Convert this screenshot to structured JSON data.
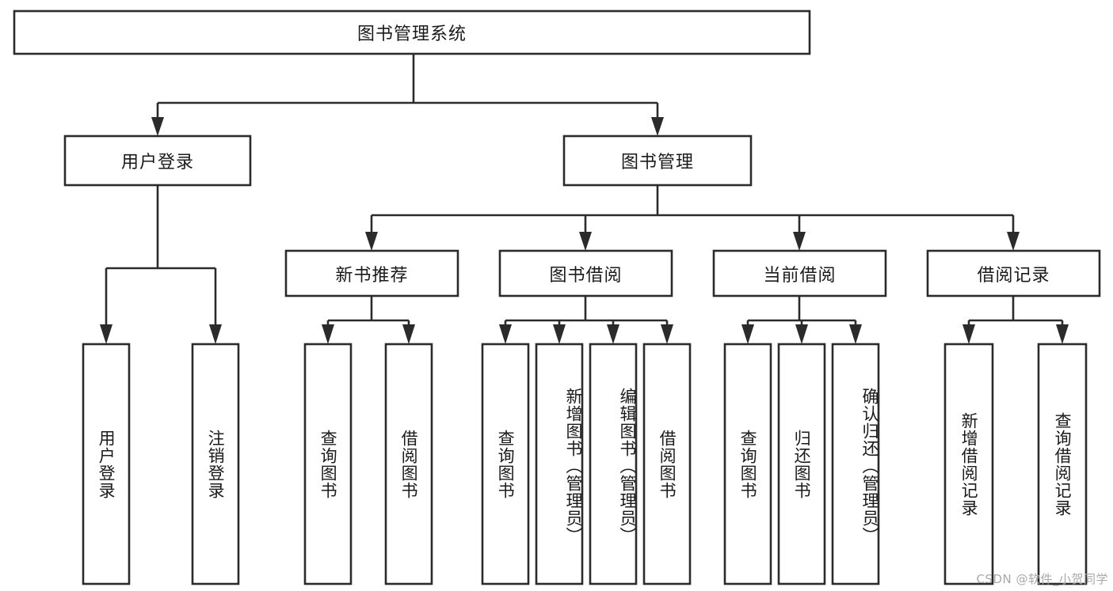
{
  "diagram": {
    "title": "图书管理系统",
    "type": "tree",
    "style": {
      "box_fill": "#ffffff",
      "box_stroke": "#2b2b2b",
      "line_color": "#2b2b2b",
      "text_color": "#1a1a1a",
      "background": "#ffffff"
    },
    "root": {
      "label": "图书管理系统"
    },
    "level2": [
      {
        "label": "用户登录"
      },
      {
        "label": "图书管理"
      }
    ],
    "level3": [
      {
        "label": "新书推荐"
      },
      {
        "label": "图书借阅"
      },
      {
        "label": "当前借阅"
      },
      {
        "label": "借阅记录"
      }
    ],
    "leaves": {
      "user_login": [
        {
          "label": "用户登录"
        },
        {
          "label": "注销登录"
        }
      ],
      "new_book_recommend": [
        {
          "label": "查询图书"
        },
        {
          "label": "借阅图书"
        }
      ],
      "book_borrow": [
        {
          "label": "查询图书"
        },
        {
          "label": "新增图书（管理员）"
        },
        {
          "label": "编辑图书（管理员）"
        },
        {
          "label": "借阅图书"
        }
      ],
      "current_borrow": [
        {
          "label": "查询图书"
        },
        {
          "label": "归还图书"
        },
        {
          "label": "确认归还（管理员）"
        }
      ],
      "borrow_record": [
        {
          "label": "新增借阅记录"
        },
        {
          "label": "查询借阅记录"
        }
      ]
    }
  },
  "watermark": {
    "text": "CSDN @软件_小贺同学"
  }
}
